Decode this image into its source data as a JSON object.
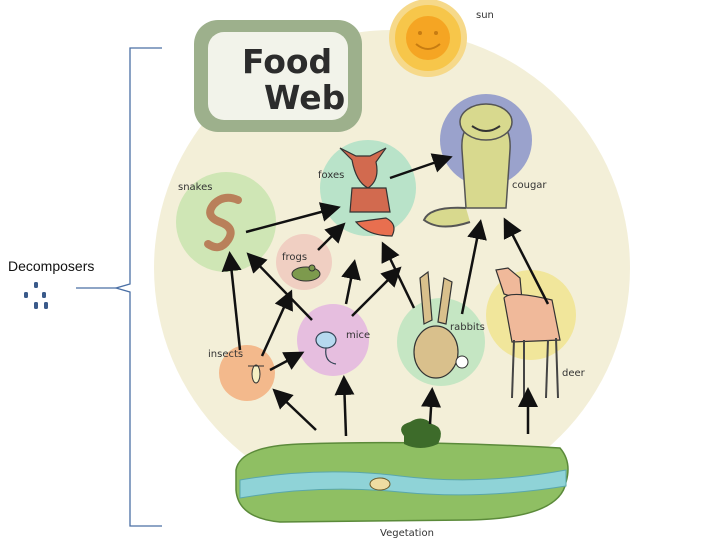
{
  "title": {
    "line1": "Food",
    "line2": "Web"
  },
  "side_label": "Decomposers",
  "organisms": {
    "sun": "sun",
    "snakes": "snakes",
    "foxes": "foxes",
    "cougar": "cougar",
    "frogs": "frogs",
    "mice": "mice",
    "insects": "insects",
    "rabbits": "rabbits",
    "deer": "deer",
    "vegetation": "Vegetation"
  },
  "colors": {
    "background_disc": "#f3efd8",
    "sun": "#f5b52f",
    "snakes": "#cfe6b5",
    "foxes": "#b9e3c9",
    "cougar": "#9aa2cc",
    "frogs": "#f0cfc2",
    "mice": "#e6bedf",
    "insects": "#f3b98c",
    "rabbits": "#c5e6c3",
    "deer": "#f1e69b",
    "water": "#8fd3d7",
    "grass": "#6aa84f",
    "bracket": "#4a6fa5",
    "dots": "#3a5a8a"
  }
}
